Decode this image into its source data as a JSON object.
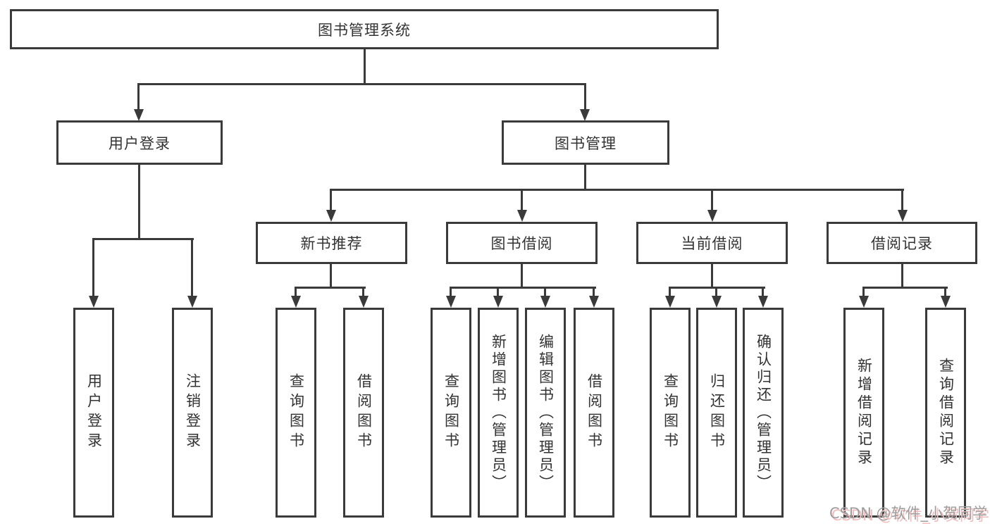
{
  "diagram": {
    "type": "hierarchy-tree",
    "colors": {
      "line": "#3a3a3a",
      "text": "#333333",
      "background": "#ffffff",
      "watermark_text": "#9e9e9e",
      "watermark_shadow": "#f2bcbc"
    },
    "tree": {
      "root": {
        "label": "图书管理系统"
      },
      "level2": [
        {
          "label": "用户登录"
        },
        {
          "label": "图书管理"
        }
      ],
      "level3": [
        {
          "label": "新书推荐"
        },
        {
          "label": "图书借阅"
        },
        {
          "label": "当前借阅"
        },
        {
          "label": "借阅记录"
        }
      ],
      "leaves": {
        "user_login": [
          {
            "label": "用户登录"
          },
          {
            "label": "注销登录"
          }
        ],
        "new_book": [
          {
            "label": "查询图书"
          },
          {
            "label": "借阅图书"
          }
        ],
        "book_borrow": [
          {
            "label": "查询图书"
          },
          {
            "label": "新增图书（管理员）"
          },
          {
            "label": "编辑图书（管理员）"
          },
          {
            "label": "借阅图书"
          }
        ],
        "current_borrow": [
          {
            "label": "查询图书"
          },
          {
            "label": "归还图书"
          },
          {
            "label": "确认归还（管理员）"
          }
        ],
        "borrow_record": [
          {
            "label": "新增借阅记录"
          },
          {
            "label": "查询借阅记录"
          }
        ]
      }
    }
  },
  "watermark": {
    "text": "CSDN @软件_小贺同学"
  }
}
